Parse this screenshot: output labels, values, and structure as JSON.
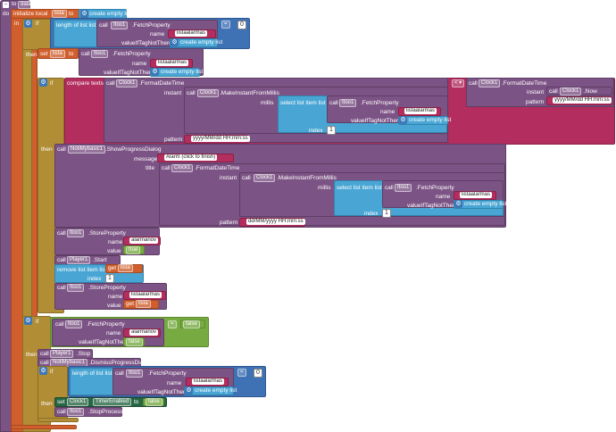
{
  "colors": {
    "procedure": "#7c5385",
    "variable": "#d05f2d",
    "control": "#b18e35",
    "list": "#49a6d4",
    "math": "#3f71b5",
    "text": "#b32d5e",
    "logic": "#77ab41"
  },
  "proc": {
    "to": "to",
    "name": "data",
    "do": "do"
  },
  "init_local": {
    "label": "initialize local",
    "var": "lista",
    "to": "to",
    "in": "in",
    "create_empty": "create empty list"
  },
  "kw": {
    "if": "if",
    "then": "then",
    "call": "call",
    "set": "set",
    "to": "to",
    "tag": "name",
    "value_if": "valueIfTagNotThere",
    "value": "value",
    "index": "index",
    "instant": "instant",
    "pattern": "pattern",
    "millis": "millis",
    "message": "message",
    "title": "title",
    "list": "list",
    "get": "get"
  },
  "length_of_list": "length of list  list",
  "eq": "=",
  "zero": "0",
  "one": "1",
  "tinydb": "Itoo1",
  "fetch": ".FetchProperty",
  "store": ".StoreProperty",
  "stop_process": ".StopProcess",
  "t_listaalarmas": "listaalarmas",
  "t_alarmanov": "alarmanov",
  "create_empty_list": "create empty list",
  "compare_texts": "compare texts",
  "clock": "Clock1",
  "format_dt": ".FormatDateTime",
  "make_instant": ".MakeInstantFromMillis",
  "now": ".Now",
  "select_list_item": "select list item  list",
  "lt": "< ▾",
  "p_yyyy1": "yyyy/MM/dd HH:mm:ss",
  "p_yyyy2": "yyyy/MM/dd HH:mm:ss",
  "p_ddmm": "dd/MM/yyyy HH:mm:ss",
  "notifier": "NotiMybasic1",
  "show_progress": ".ShowProgressDialog",
  "dismiss_progress": ".DismissProgressDialog",
  "alarm_msg": "Alarm (click to finish)",
  "true": "true",
  "false": "false",
  "player": "Player1",
  "start": ".Start",
  "stop": ".Stop",
  "remove_list_item": "remove list item  list",
  "get": "get",
  "timer_enabled": "TimerEnabled",
  "get_lista": "lista"
}
